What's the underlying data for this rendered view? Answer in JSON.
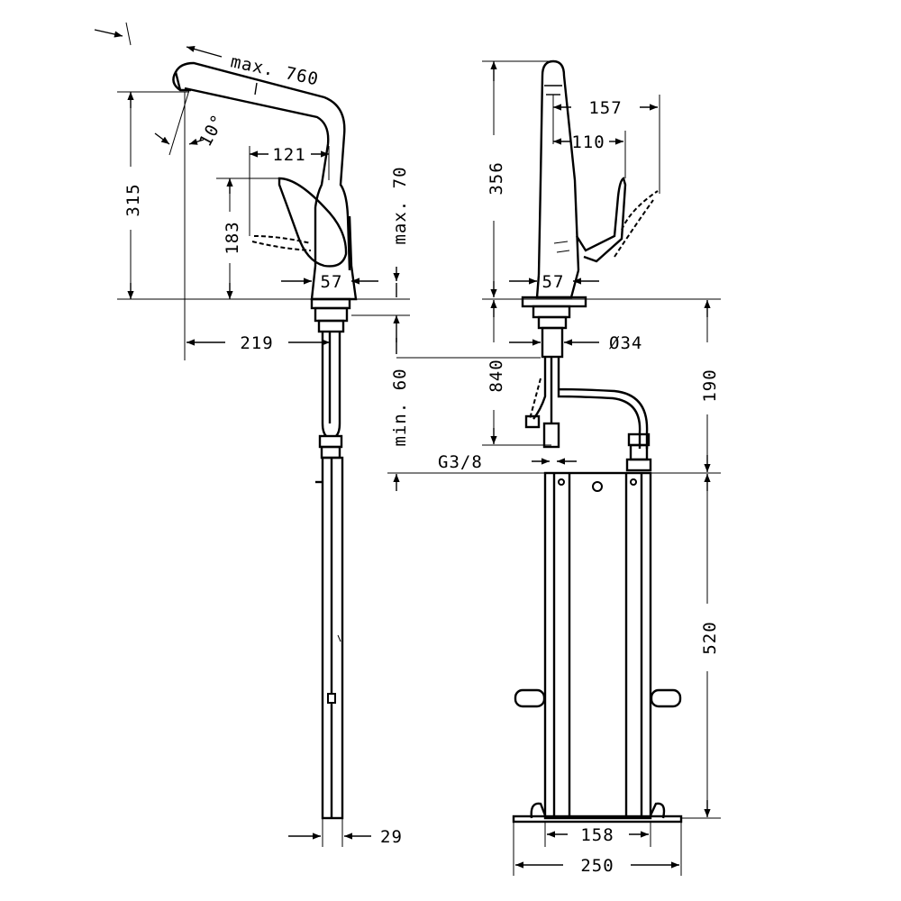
{
  "dimensions": {
    "reach_max": "max. 760",
    "angle": "10°",
    "height_left": "315",
    "handle_clearance": "121",
    "handle_height": "183",
    "lift_max": "max. 70",
    "base_width_left": "57",
    "spout_projection": "219",
    "thickness_min": "min. 60",
    "flex_width": "29",
    "height_right": "356",
    "spout_157": "157",
    "spout_110": "110",
    "base_width_right": "57",
    "shank_diameter": "Ø34",
    "hose_length": "840",
    "box_offset": "190",
    "thread": "G3/8",
    "box_height": "520",
    "box_inner_width": "158",
    "box_outer_width": "250"
  }
}
